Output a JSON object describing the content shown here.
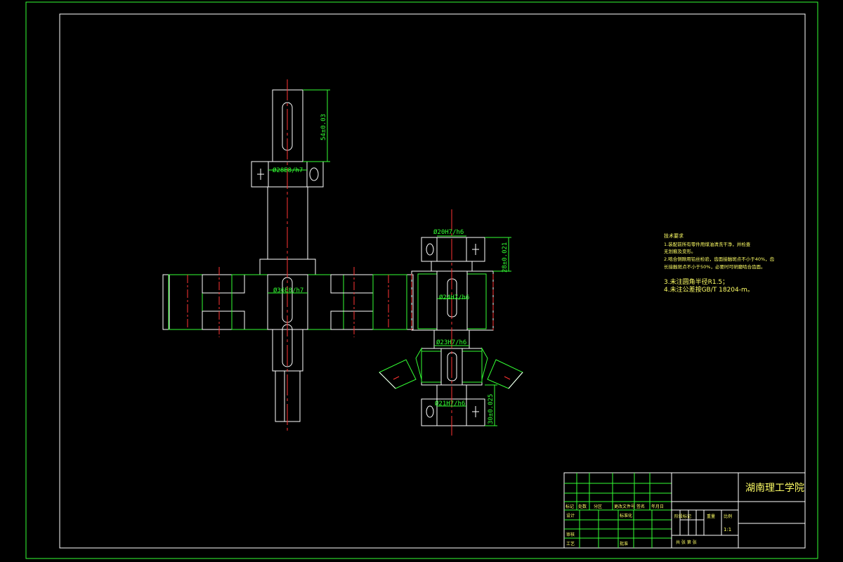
{
  "dimensions": {
    "d1": "54±0.03",
    "d2": "Ø28E8/h7",
    "d3": "Ø20H7/h6",
    "d4": "Ø36E8/h7",
    "d5": "28±0.021",
    "d6": "Ø24H7/h6",
    "d7": "Ø23H7/h6",
    "d8": "Ø21H7/h6",
    "d9": "30±0.025"
  },
  "notes": {
    "title": "技术要求",
    "line1": "1.装配前所有零件用煤油清洗干净，并检查",
    "line2": "无划痕及变形。",
    "line3": "2.啮合侧隙用铅丝检验，齿面接触斑点不小于40%，齿",
    "line4": "长接触斑点不小于50%，必要时可研磨啮合齿面。",
    "line5": "3.未注圆角半径R1.5；",
    "line6": "4.未注公差按GB/T 18204-m。"
  },
  "title_block": {
    "school": "湖南理工学院",
    "h_mark": "标记",
    "h_count": "处数",
    "h_zone": "分区",
    "h_docno": "更改文件号",
    "h_sign": "签名",
    "h_date": "年月日",
    "r_design": "设计",
    "r_std": "标准化",
    "r_check": "审核",
    "r_process": "工艺",
    "r_approve": "批准",
    "stage": "阶段标记",
    "weight": "重量",
    "scale": "比例",
    "scale_val": "1:1",
    "sheets": "共 张 第 张"
  }
}
